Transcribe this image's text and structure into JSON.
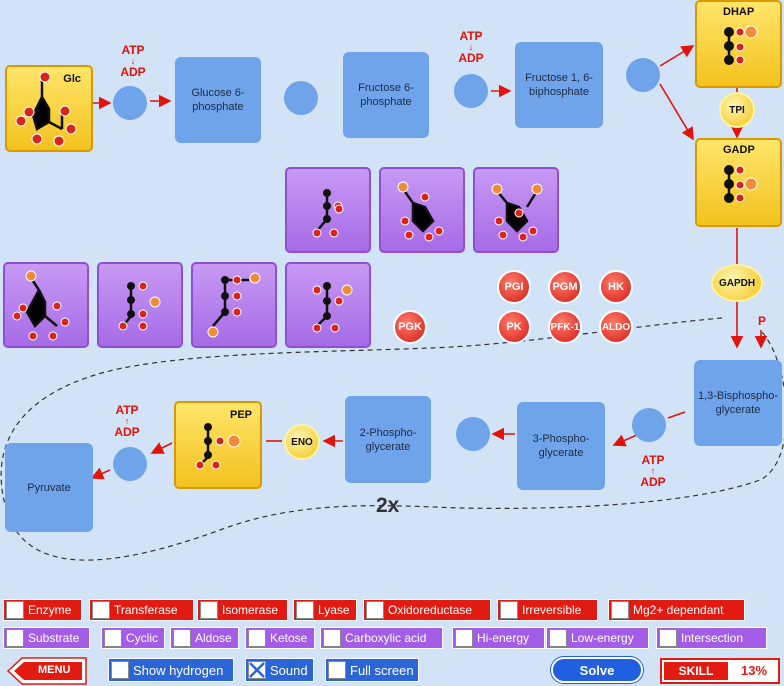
{
  "pathway": {
    "glc": "Glc",
    "g6p": "Glucose 6-phosphate",
    "f6p": "Fructose 6-phosphate",
    "f16bp": "Fructose 1, 6-biphosphate",
    "dhap": "DHAP",
    "gadp": "GADP",
    "bpg13": "1,3-Bisphospho-glycerate",
    "pg3": "3-Phospho-glycerate",
    "pg2": "2-Phospho-glycerate",
    "pep": "PEP",
    "pyruvate": "Pyruvate",
    "multiplier": "2x"
  },
  "cofactors": {
    "atp": "ATP",
    "adp": "ADP",
    "p": "P"
  },
  "enzymes_placed": {
    "tpi": "TPI",
    "gapdh": "GAPDH",
    "eno": "ENO"
  },
  "enzymes_available": [
    "PGI",
    "PGM",
    "HK",
    "PK",
    "PFK-1",
    "ALDO",
    "PGK"
  ],
  "filters_red": [
    "Enzyme",
    "Transferase",
    "Isomerase",
    "Lyase",
    "Oxidoreductase",
    "Irreversible",
    "Mg2+ dependant"
  ],
  "filters_purple": [
    "Substrate",
    "Cyclic",
    "Aldose",
    "Ketose",
    "Carboxylic acid",
    "Hi-energy",
    "Low-energy",
    "Intersection"
  ],
  "bottom": {
    "menu": "MENU",
    "show_hydrogen": "Show hydrogen",
    "sound": "Sound",
    "sound_checked": true,
    "full_screen": "Full screen",
    "solve": "Solve",
    "skill_label": "SKILL",
    "skill_value": "13%"
  },
  "colors": {
    "background": "#d3e3f7",
    "slot_blue": "#6fa3ea",
    "enzyme_red": "#e21b12",
    "substrate_purple": "#a35ce6",
    "placed_gold": "#f3c21e"
  }
}
